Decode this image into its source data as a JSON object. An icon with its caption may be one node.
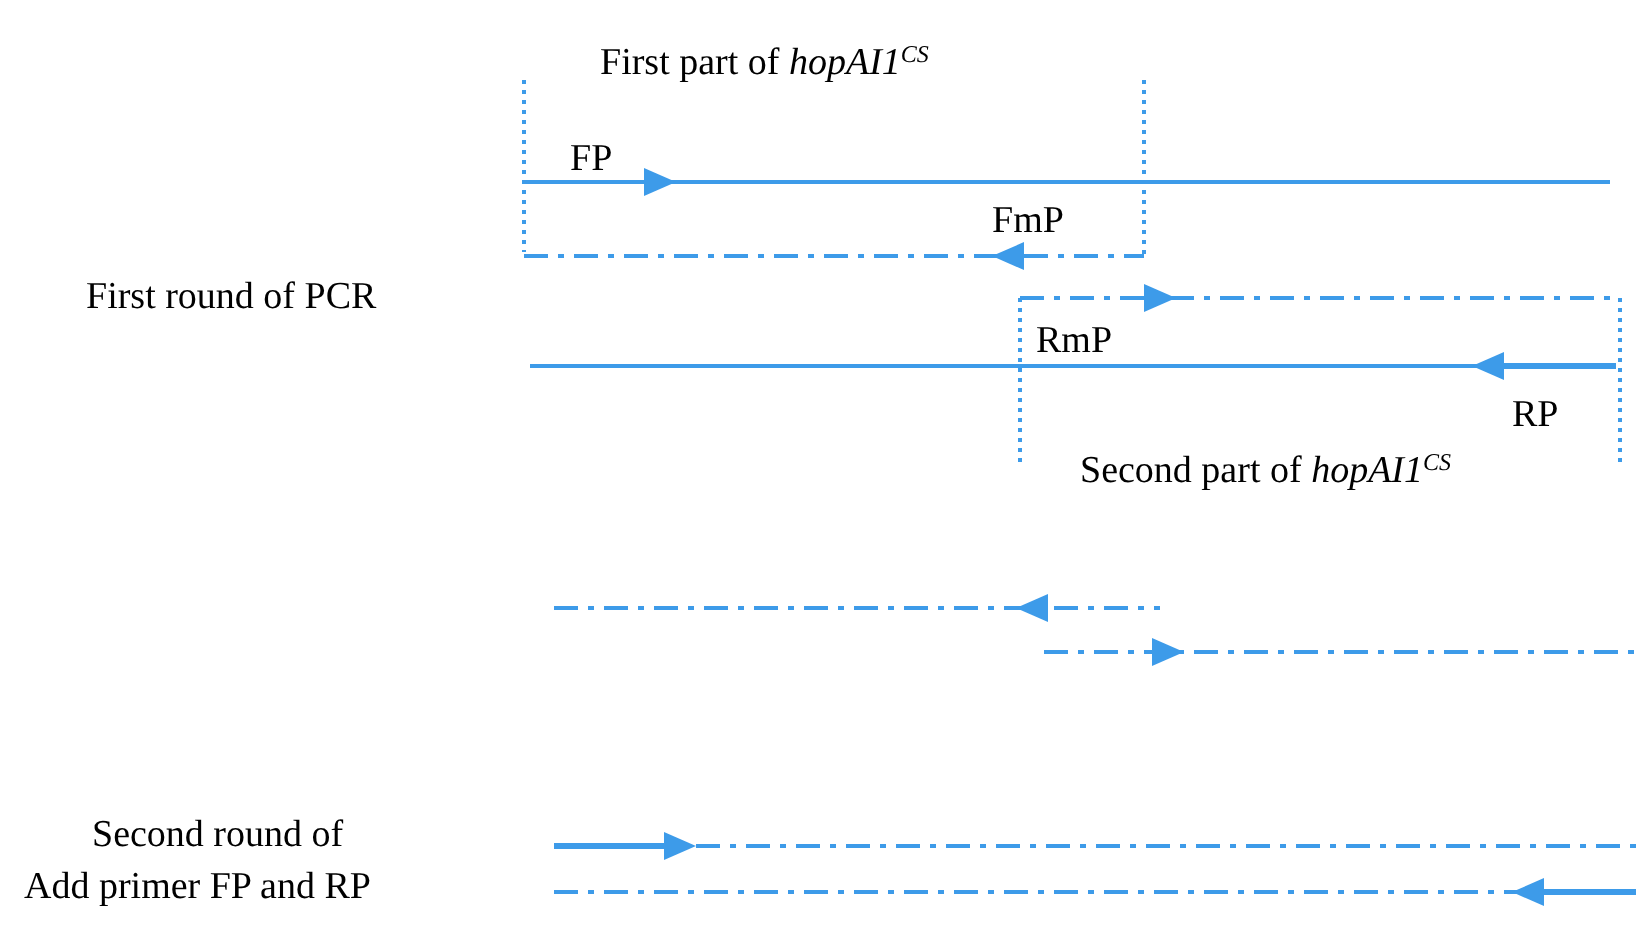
{
  "diagram": {
    "labels": [
      "First part of *hopAI1*$^{CS}$",
      "FP",
      "FmP",
      "First round of PCR",
      "RmP",
      "RP",
      "Second part of *hopAI1*$^{CS}$",
      "Second round of",
      "Add primer FP and RP"
    ]
  }
}
